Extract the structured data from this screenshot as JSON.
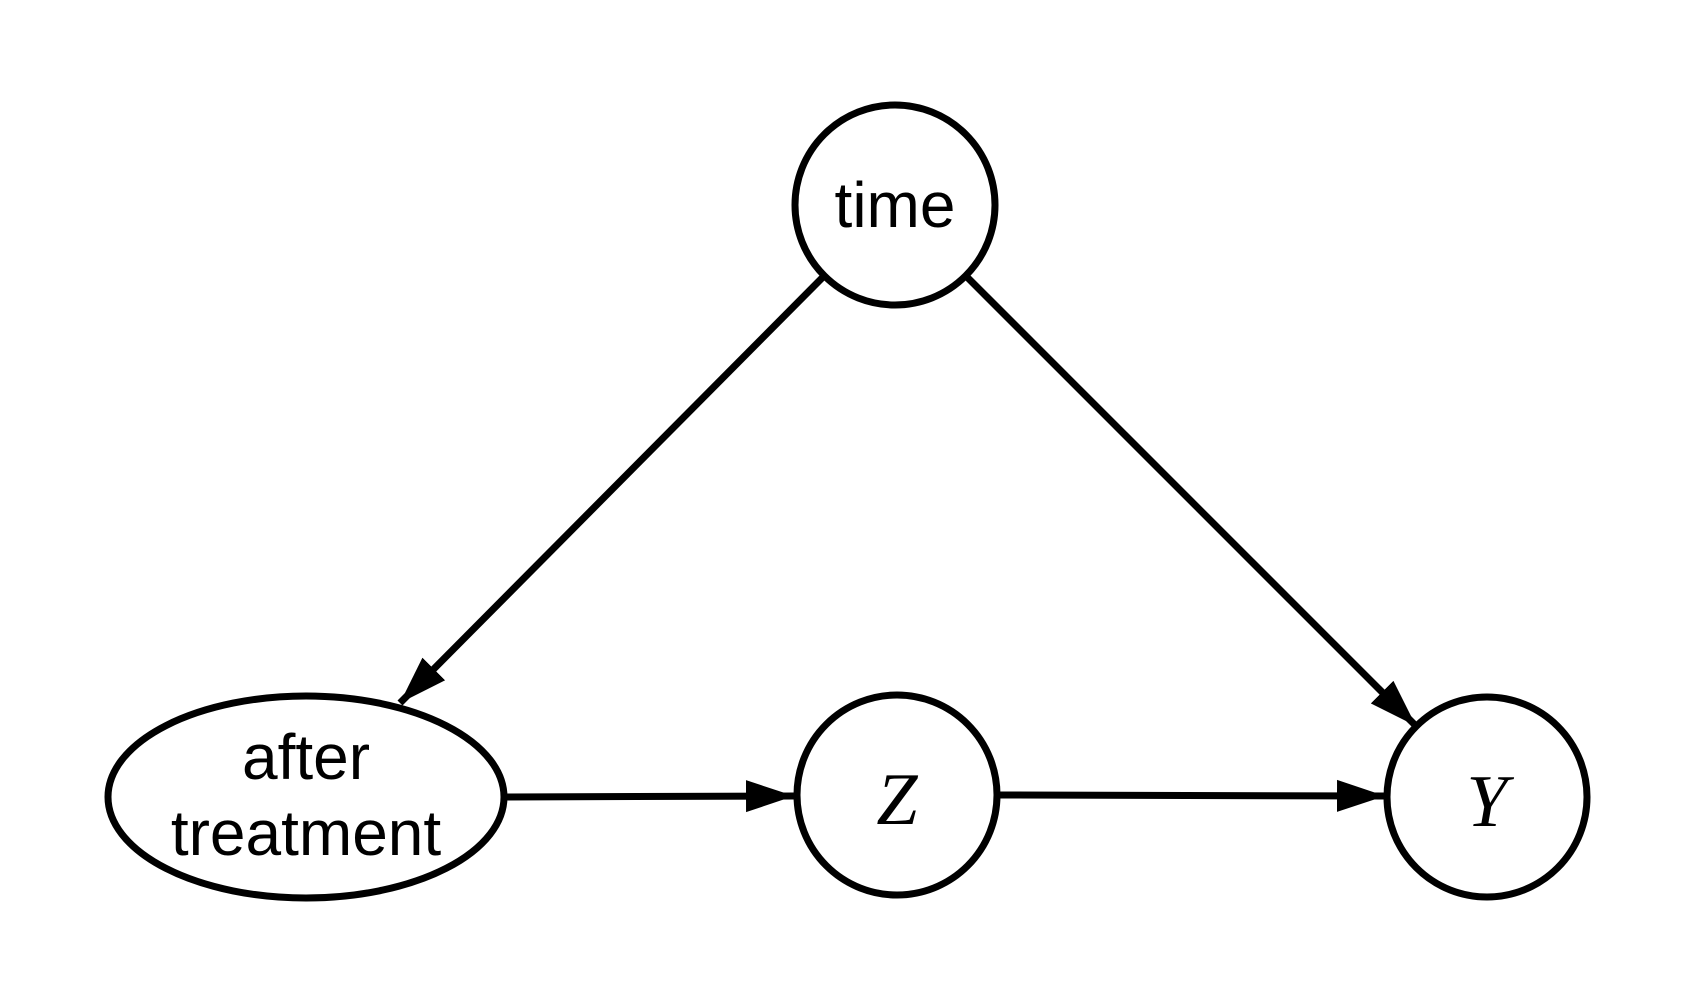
{
  "diagram": {
    "type": "causal-dag",
    "colors": {
      "stroke": "#000000",
      "background": "#ffffff",
      "node_fill": "#ffffff",
      "text": "#000000"
    },
    "nodes": {
      "time": {
        "label": "time",
        "shape": "circle"
      },
      "after_treatment": {
        "label_line1": "after",
        "label_line2": "treatment",
        "shape": "ellipse"
      },
      "z": {
        "label": "Z",
        "shape": "circle"
      },
      "y": {
        "label": "Y",
        "shape": "circle"
      }
    },
    "edges": [
      {
        "from": "time",
        "to": "after_treatment",
        "directed": true
      },
      {
        "from": "time",
        "to": "y",
        "directed": true
      },
      {
        "from": "after_treatment",
        "to": "z",
        "directed": true
      },
      {
        "from": "z",
        "to": "y",
        "directed": true
      }
    ]
  }
}
